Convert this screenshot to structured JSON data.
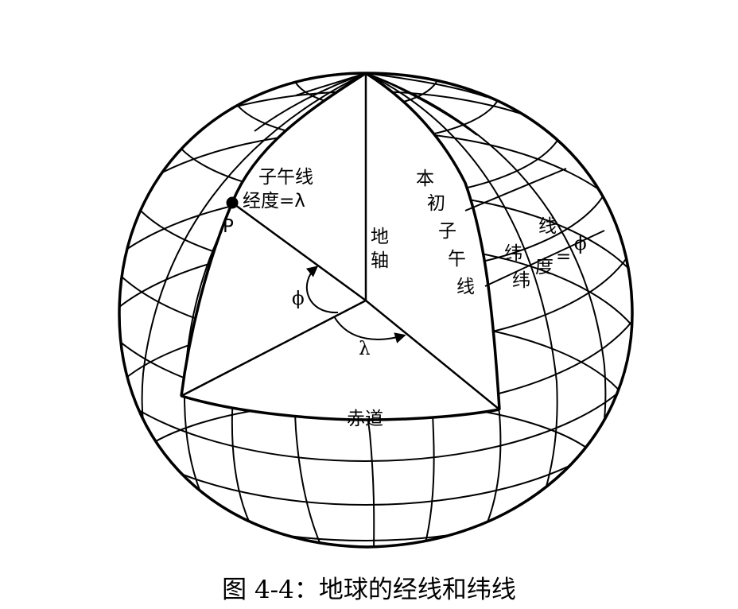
{
  "figure": {
    "labels": {
      "meridian_line1": "子午线",
      "meridian_line2": "经度=λ",
      "point_p": "P",
      "earth_axis_1": "地",
      "earth_axis_2": "轴",
      "prime_meridian": [
        "本",
        "初",
        "子",
        "午",
        "线"
      ],
      "latitude_line_1": "线",
      "latitude_line_2": "纬",
      "latitude_line_3": "纬",
      "latitude_degree": "度",
      "latitude_eq": "=",
      "latitude_phi": "ϕ",
      "phi_angle": "ϕ",
      "lambda_angle": "λ",
      "equator": "赤道"
    },
    "caption": "图 4-4：地球的经线和纬线"
  }
}
